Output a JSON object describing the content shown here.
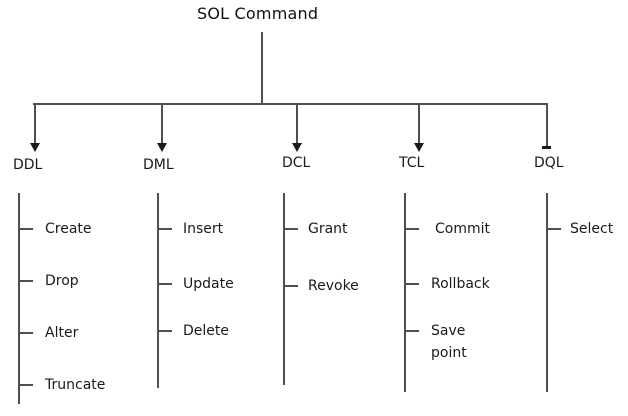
{
  "title": "SOL Command",
  "branches": [
    {
      "label": "DDL",
      "items": [
        "Create",
        "Drop",
        "Alter",
        "Truncate"
      ]
    },
    {
      "label": "DML",
      "items": [
        "Insert",
        "Update",
        "Delete"
      ]
    },
    {
      "label": "DCL",
      "items": [
        "Grant",
        "Revoke"
      ]
    },
    {
      "label": "TCL",
      "items": [
        "Commit",
        "Rollback",
        "Save point"
      ]
    },
    {
      "label": "DQL",
      "items": [
        "Select"
      ]
    }
  ],
  "colors": {
    "text": "#1a1a1a",
    "line": "#4f4f4f",
    "arrow": "#1a1a1a",
    "background": "#ffffff"
  }
}
